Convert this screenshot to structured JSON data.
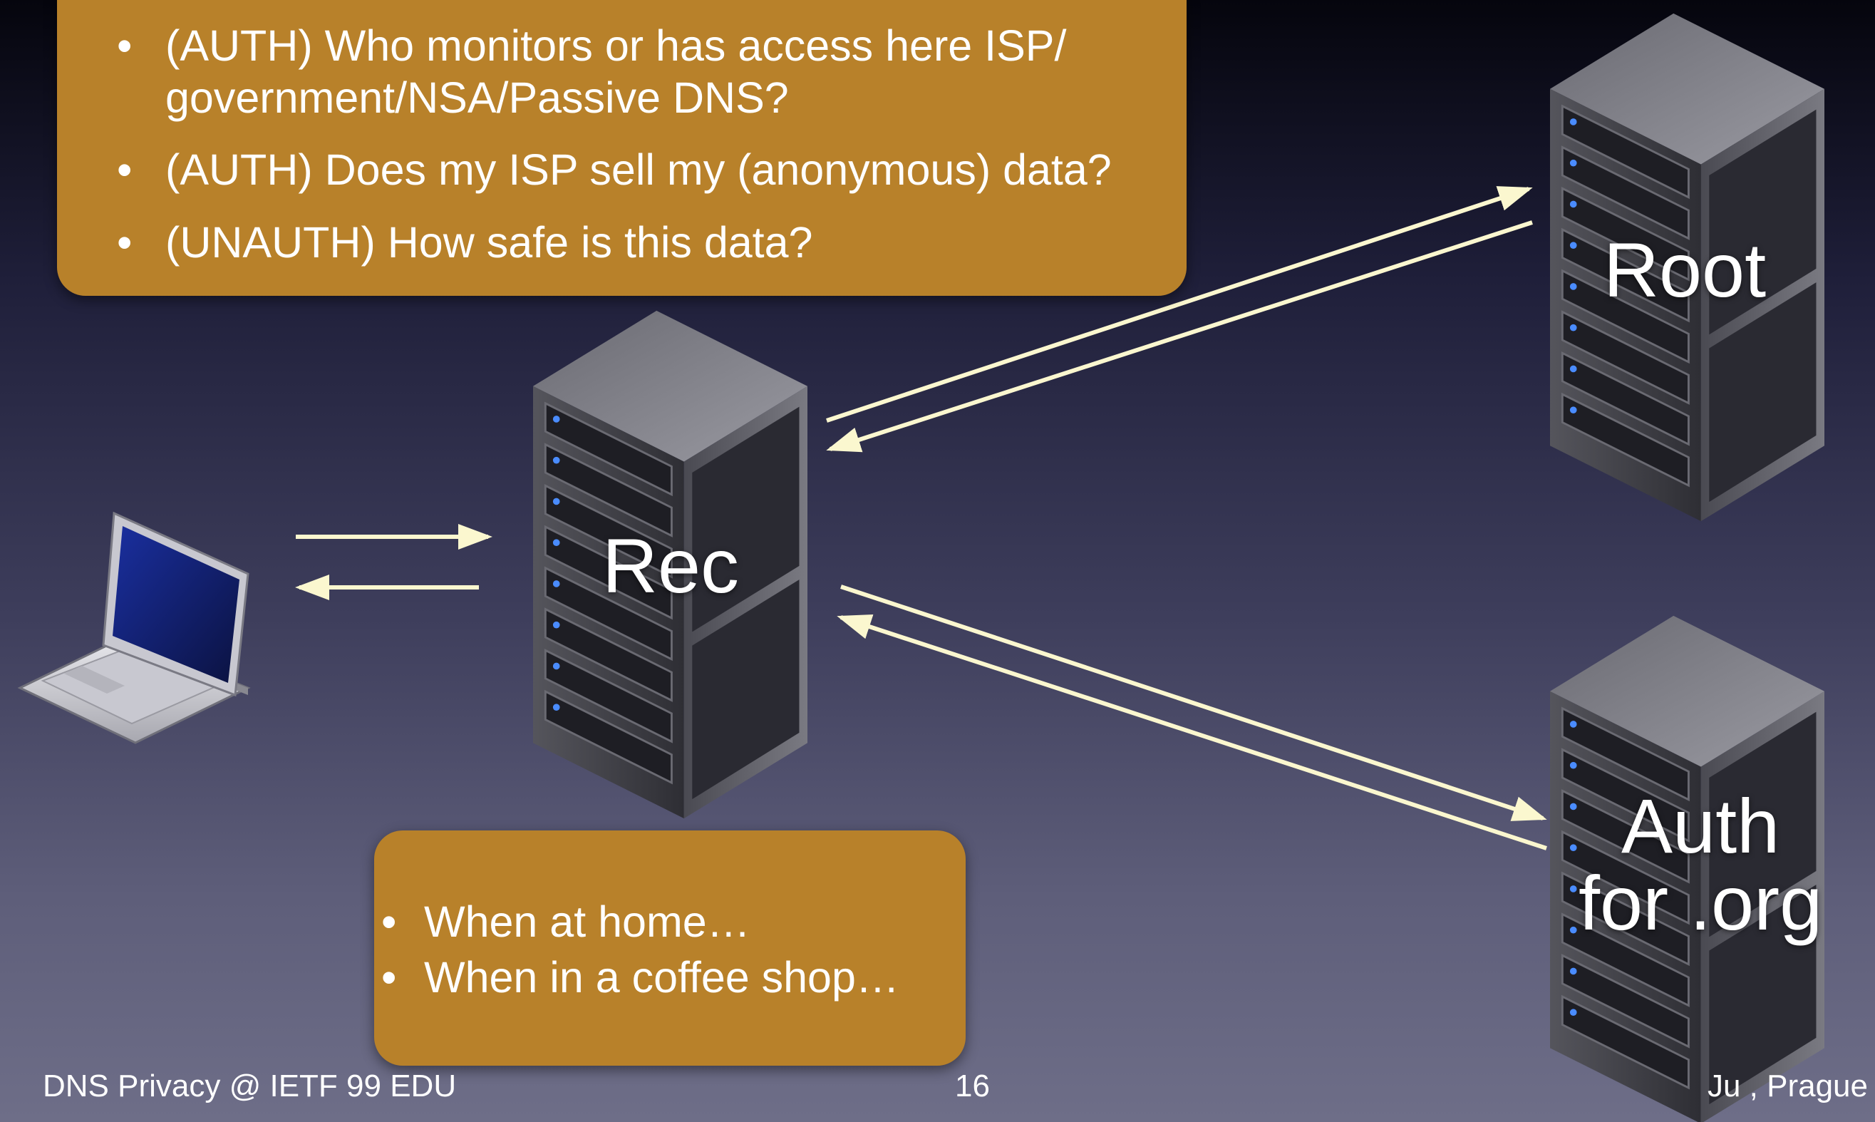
{
  "callout_top": {
    "bullets": [
      "(AUTH) Who monitors or has access here ISP/ government/NSA/Passive DNS?",
      "(AUTH) Does my ISP sell my (anonymous) data?",
      "(UNAUTH) How safe is this data?"
    ]
  },
  "callout_bottom": {
    "bullets": [
      "When at home…",
      "When in a coffee shop…"
    ]
  },
  "labels": {
    "rec": "Rec",
    "root": "Root",
    "auth_line1": "Auth",
    "auth_line2": "for .org"
  },
  "footer": {
    "left": "DNS Privacy @ IETF 99 EDU",
    "page": "16",
    "right": "Ju     , Prague"
  },
  "colors": {
    "callout": "#b8812a",
    "arrow": "#fbf7cf",
    "text": "#ffffff"
  },
  "icons": [
    "laptop-icon",
    "server-rack-icon"
  ]
}
